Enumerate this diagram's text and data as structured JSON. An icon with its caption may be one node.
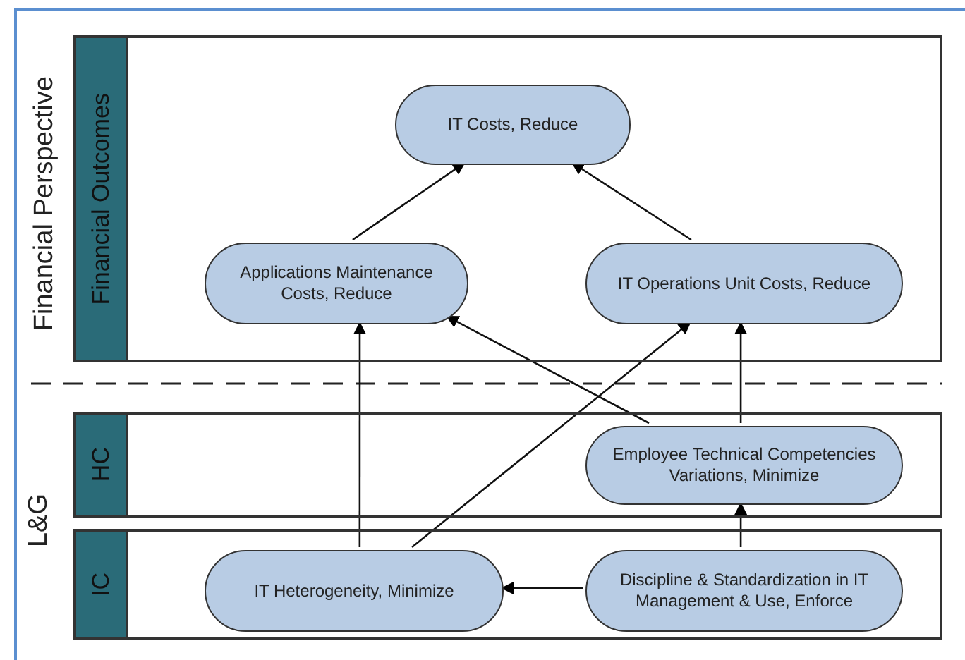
{
  "diagram": {
    "nodes": [
      {
        "text": [
          "Financial Outcomes"
        ]
      },
      {
        "text": [
          "IT Costs, Reduce"
        ],
        "in": 0
      },
      {
        "text": [
          "Applications Maintenance Costs, Reduce"
        ],
        "in": 0
      },
      {
        "text": [
          "IT Operations Unit Costs, Reduce"
        ],
        "in": 0
      },
      {
        "text": [
          "HC"
        ]
      },
      {
        "text": [
          "Employee Technical Competencies Variations, Minimize"
        ],
        "in": 4
      },
      {
        "text": [
          "IC"
        ]
      },
      {
        "text": [
          "IT Heterogeneity, Minimize"
        ],
        "in": 6
      },
      {
        "text": [
          "Discipline & Standardization in IT Management & Use, Enforce"
        ],
        "in": 6
      }
    ],
    "edges": [
      {
        "from": 2,
        "to": 1,
        "arrow": "to"
      },
      {
        "from": 3,
        "to": 1,
        "arrow": "to"
      },
      {
        "from": 7,
        "to": 2,
        "arrow": "to"
      },
      {
        "from": 7,
        "to": 3,
        "arrow": "to"
      },
      {
        "from": 5,
        "to": 2,
        "arrow": "to"
      },
      {
        "from": 5,
        "to": 3,
        "arrow": "to"
      },
      {
        "from": 8,
        "to": 5,
        "arrow": "to"
      },
      {
        "from": 8,
        "to": 7,
        "arrow": "to"
      }
    ],
    "labels": [
      "Financial Perspective",
      "L&G"
    ]
  }
}
